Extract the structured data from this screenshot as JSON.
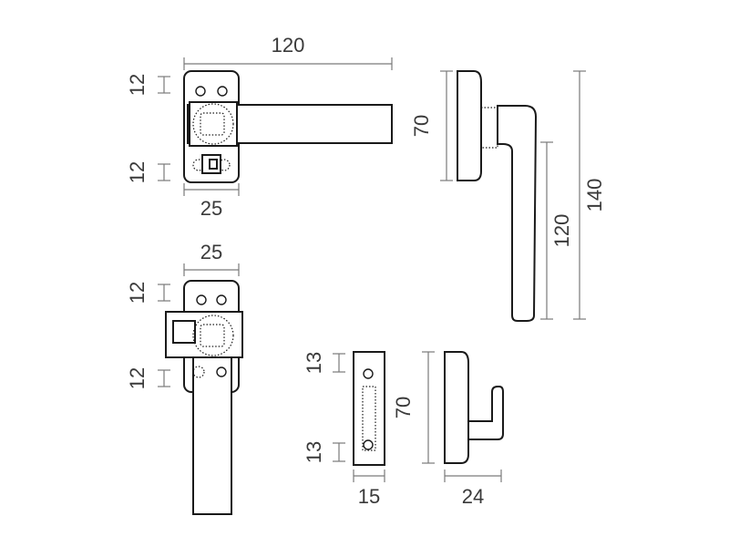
{
  "dimensions": {
    "front_width_total": "120",
    "front_top_gap": "12",
    "front_bottom_gap": "12",
    "front_rose_width": "25",
    "side_height_rose": "70",
    "side_height_lever": "120",
    "side_height_total": "140",
    "bottom_rose_width": "25",
    "bottom_top_gap": "12",
    "bottom_bottom_gap": "12",
    "plate_top_gap": "13",
    "plate_bottom_gap": "13",
    "plate_width": "15",
    "plate_side_height": "70",
    "plate_side_depth": "24"
  }
}
